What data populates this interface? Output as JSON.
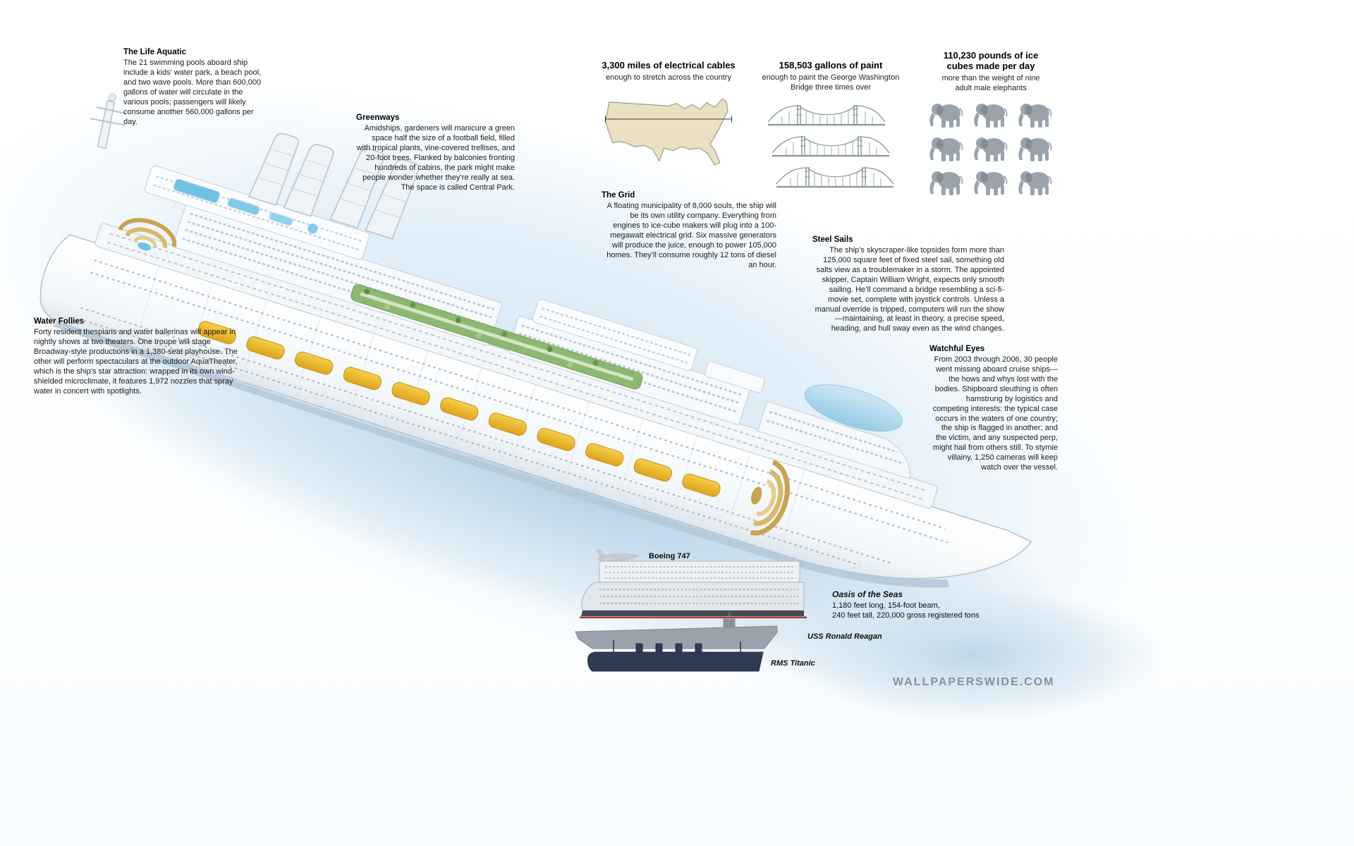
{
  "annotations": {
    "life_aquatic": {
      "title": "The Life Aquatic",
      "body": "The 21 swimming pools aboard ship include a kids’ water park, a beach pool, and two wave pools. More than 600,000 gallons of water will circulate in the various pools; passengers will likely consume another 560,000 gallons per day."
    },
    "greenways": {
      "title": "Greenways",
      "body": "Amidships, gardeners will manicure a green space half the size of a football field, filled with tropical plants, vine-covered trellises, and 20-foot trees. Flanked by balconies fronting hundreds of cabins, the park might make people wonder whether they’re really at sea. The space is called Central Park."
    },
    "the_grid": {
      "title": "The Grid",
      "body": "A floating municipality of 8,000 souls, the ship will be its own utility company. Everything from engines to ice-cube makers will plug into a 100-megawatt electrical grid. Six massive generators will produce the juice, enough to power 105,000 homes. They’ll consume roughly 12 tons of diesel an hour."
    },
    "steel_sails": {
      "title": "Steel Sails",
      "body": "The ship’s skyscraper-like topsides form more than 125,000 square feet of fixed steel sail, something old salts view as a troublemaker in a storm. The appointed skipper, Captain William Wright, expects only smooth sailing. He’ll command a bridge resembling a sci-fi-movie set, complete with joystick controls. Unless a manual override is tripped, computers will run the show—maintaining, at least in theory, a precise speed, heading, and hull sway even as the wind changes."
    },
    "water_follies": {
      "title": "Water Follies",
      "body": "Forty resident thespians and water ballerinas will appear in nightly shows at two theaters. One troupe will stage Broadway-style productions in a 1,380-seat playhouse. The other will perform spectaculars at the outdoor AquaTheater, which is the ship’s star attraction: wrapped in its own wind-shielded microclimate, it features 1,972 nozzles that spray water in concert with spotlights."
    },
    "watchful_eyes": {
      "title": "Watchful Eyes",
      "body": "From 2003 through 2006, 30 people went missing aboard cruise ships—the hows and whys lost with the bodies. Shipboard sleuthing is often hamstrung by logistics and competing interests: the typical case occurs in the waters of one country; the ship is flagged in another; and the victim, and any suspected perp, might hail from others still. To stymie villainy, 1,250 cameras will keep watch over the vessel."
    }
  },
  "stats": {
    "cables": {
      "title": "3,300 miles of electrical cables",
      "subtitle": "enough to stretch across the country",
      "icon": "usa-map-icon"
    },
    "paint": {
      "title": "158,503 gallons of paint",
      "subtitle": "enough to paint the George Washington Bridge three times over",
      "icon": "suspension-bridge-icon"
    },
    "ice": {
      "title": "110,230 pounds of ice cubes made per day",
      "subtitle": "more than the weight of nine adult male elephants",
      "icon": "elephant-icon",
      "elephant_count": 9
    }
  },
  "comparison": {
    "boeing_label": "Boeing 747",
    "oasis_name": "Oasis of the Seas",
    "oasis_spec_line1": "1,180 feet long, 154-foot beam,",
    "oasis_spec_line2": "240 feet tall, 220,000 gross registered tons",
    "reagan_label": "USS Ronald Reagan",
    "titanic_label": "RMS Titanic"
  },
  "watermark": "WALLPAPERSWIDE.COM",
  "colors": {
    "lifeboat_yellow": "#f0c028",
    "park_green": "#8cb870",
    "pool_blue": "#6fc2e2",
    "haze_blue": "#d7e8f4",
    "map_tan": "#eae0c2",
    "gold_seating": "#c9a44e",
    "titanic_navy": "#2f3b52",
    "waterline_red": "#b23228"
  }
}
